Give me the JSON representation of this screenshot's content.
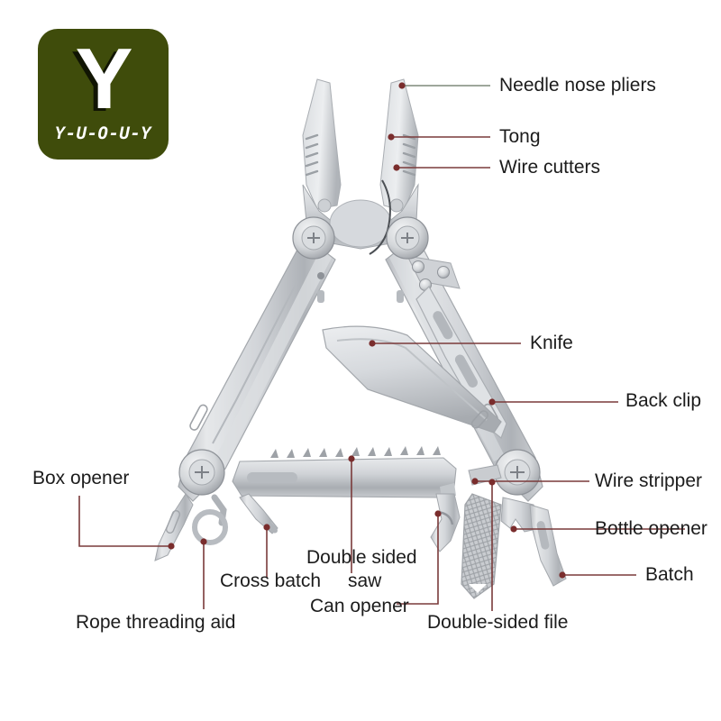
{
  "brand": {
    "mark_letter": "Y",
    "wordmark": "Y-U-O-U-Y",
    "badge_color": "#3f4c0b",
    "text_color": "#ffffff"
  },
  "diagram": {
    "product": "multi-tool pliers",
    "background_color": "#ffffff",
    "leader_line_color": "#7a3a3a",
    "leader_dot_color": "#7a2d2d",
    "top_leader_line_color": "#7f8a7a",
    "metal_light": "#e9eaec",
    "metal_mid": "#c6c9cd",
    "metal_dark": "#9a9ea3",
    "metal_shadow": "#74797f"
  },
  "callouts": [
    {
      "id": "needle-nose-pliers",
      "label": "Needle nose pliers"
    },
    {
      "id": "tong",
      "label": "Tong"
    },
    {
      "id": "wire-cutters",
      "label": "Wire cutters"
    },
    {
      "id": "knife",
      "label": "Knife"
    },
    {
      "id": "back-clip",
      "label": "Back clip"
    },
    {
      "id": "wire-stripper",
      "label": "Wire stripper"
    },
    {
      "id": "bottle-opener",
      "label": "Bottle opener"
    },
    {
      "id": "batch",
      "label": "Batch"
    },
    {
      "id": "box-opener",
      "label": "Box opener"
    },
    {
      "id": "cross-batch",
      "label": "Cross batch"
    },
    {
      "id": "rope-threading-aid",
      "label": "Rope threading aid"
    },
    {
      "id": "double-sided-saw-1",
      "label": "Double sided"
    },
    {
      "id": "double-sided-saw-2",
      "label": "saw"
    },
    {
      "id": "can-opener",
      "label": "Can opener"
    },
    {
      "id": "double-sided-file",
      "label": "Double-sided file"
    }
  ]
}
